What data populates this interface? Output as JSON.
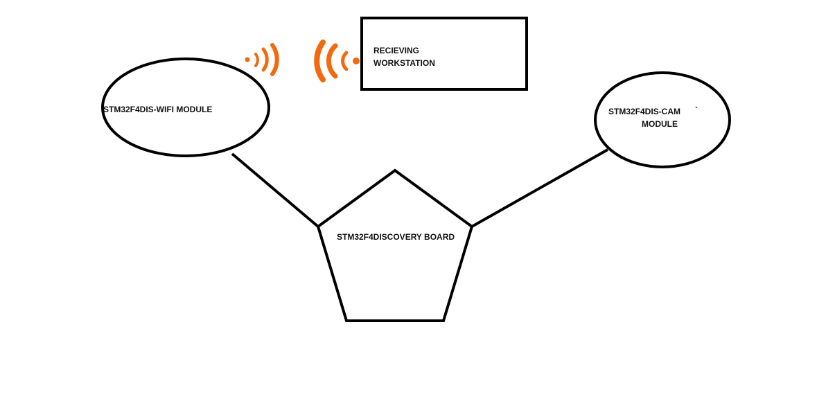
{
  "colors": {
    "stroke": "#000000",
    "signal": "#f26a10",
    "background": "#ffffff"
  },
  "nodes": {
    "wifi_module": {
      "label": "STM32F4DIS-WIFI MODULE"
    },
    "cam_module": {
      "line1": "STM32F4DIS-CAM",
      "tick": "`",
      "line2": "MODULE"
    },
    "discovery_board": {
      "label": "STM32F4DISCOVERY BOARD"
    },
    "workstation": {
      "line1": "RECIEVING",
      "line2": "WORKSTATION"
    }
  },
  "icons": {
    "transmit": "wireless-transmit-icon",
    "receive": "wireless-receive-icon"
  }
}
